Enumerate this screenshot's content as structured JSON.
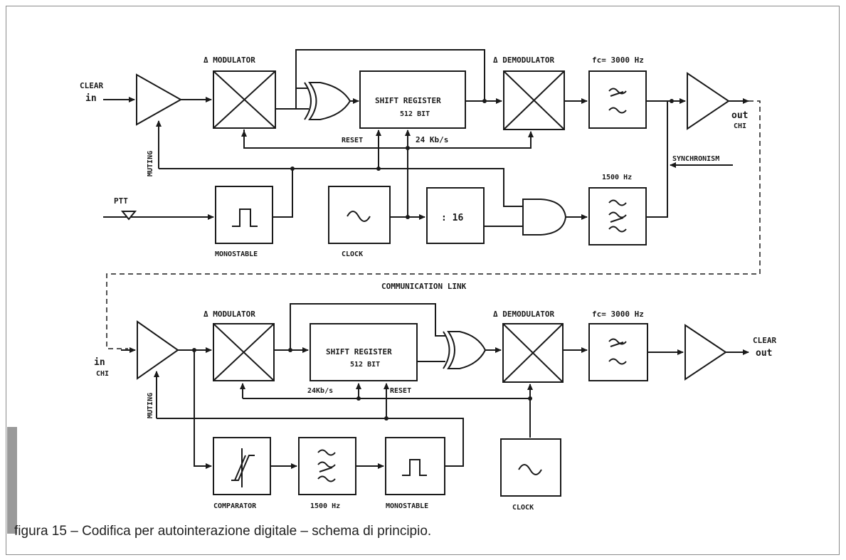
{
  "caption": "figura 15 – Codifica per autointerazione digitale – schema di principio.",
  "labels": {
    "clear": "CLEAR",
    "in": "in",
    "clear_out": "CLEAR",
    "out": "out",
    "out_ch": "out",
    "chi": "CHI",
    "in_ch": "in",
    "delta_mod": "Δ MODULATOR",
    "delta_demod": "Δ DEMODULATOR",
    "fc": "fc= 3000 Hz",
    "shift_register": "SHIFT REGISTER",
    "bits": "512 BIT",
    "reset": "RESET",
    "rate_top": "24 Kb/s",
    "rate_bottom": "24Kb/s",
    "muting": "MUTING",
    "synchronism": "SYNCHRONISM",
    "f1500": "1500 Hz",
    "f1500b": "1500 Hz",
    "ptt": "PTT",
    "monostable": "MONOSTABLE",
    "clock": "CLOCK",
    "div16": ": 16",
    "comm_link": "COMMUNICATION LINK",
    "comparator": "COMPARATOR"
  },
  "icons": {
    "cross_box": "x-cross-box",
    "filter": "wave-filter",
    "pulse": "square-pulse",
    "sine": "sine-wave",
    "hysteresis": "hysteresis-curve"
  },
  "colors": {
    "ink": "#1a1a1a",
    "frame": "#8a8a8a",
    "caption": "#222222"
  }
}
